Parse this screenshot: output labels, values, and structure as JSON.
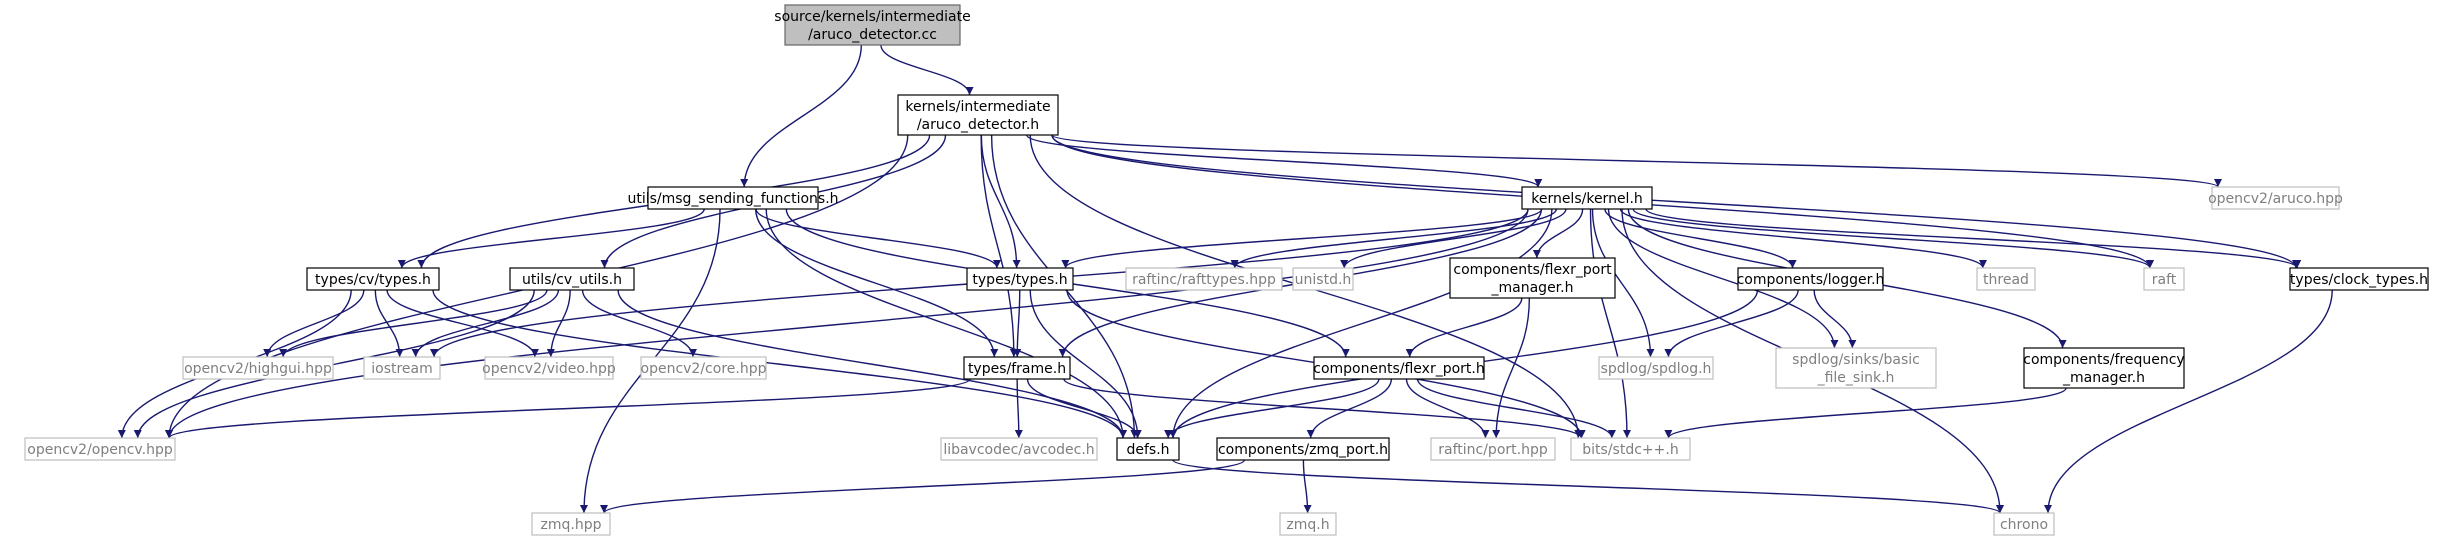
{
  "diagram": {
    "kind": "include dependency graph",
    "colors": {
      "edge": "#191970",
      "local_border": "#000000",
      "system_border": "#bfbfbf",
      "system_text": "#7f7f7f",
      "root_fill": "#bfbfbf",
      "root_border": "#666666"
    },
    "nodes": [
      {
        "id": "root",
        "kind": "root",
        "lines": [
          "source/kernels/intermediate",
          "/aruco_detector.cc"
        ]
      },
      {
        "id": "aruco_h",
        "kind": "local",
        "lines": [
          "kernels/intermediate",
          "/aruco_detector.h"
        ]
      },
      {
        "id": "msg",
        "kind": "local",
        "lines": [
          "utils/msg_sending_functions.h"
        ]
      },
      {
        "id": "kernel",
        "kind": "local",
        "lines": [
          "kernels/kernel.h"
        ]
      },
      {
        "id": "aruco_hpp",
        "kind": "system",
        "lines": [
          "opencv2/aruco.hpp"
        ]
      },
      {
        "id": "cvtypes",
        "kind": "local",
        "lines": [
          "types/cv/types.h"
        ]
      },
      {
        "id": "cvutils",
        "kind": "local",
        "lines": [
          "utils/cv_utils.h"
        ]
      },
      {
        "id": "types",
        "kind": "local",
        "lines": [
          "types/types.h"
        ]
      },
      {
        "id": "rafttypes",
        "kind": "system",
        "lines": [
          "raftinc/rafttypes.hpp"
        ]
      },
      {
        "id": "unistd",
        "kind": "system",
        "lines": [
          "unistd.h"
        ]
      },
      {
        "id": "flexrpm",
        "kind": "local",
        "lines": [
          "components/flexr_port",
          "_manager.h"
        ]
      },
      {
        "id": "logger",
        "kind": "local",
        "lines": [
          "components/logger.h"
        ]
      },
      {
        "id": "thread",
        "kind": "system",
        "lines": [
          "thread"
        ]
      },
      {
        "id": "raft",
        "kind": "system",
        "lines": [
          "raft"
        ]
      },
      {
        "id": "clock",
        "kind": "local",
        "lines": [
          "types/clock_types.h"
        ]
      },
      {
        "id": "highgui",
        "kind": "system",
        "lines": [
          "opencv2/highgui.hpp"
        ]
      },
      {
        "id": "iostream",
        "kind": "system",
        "lines": [
          "iostream"
        ]
      },
      {
        "id": "video",
        "kind": "system",
        "lines": [
          "opencv2/video.hpp"
        ]
      },
      {
        "id": "core",
        "kind": "system",
        "lines": [
          "opencv2/core.hpp"
        ]
      },
      {
        "id": "frame",
        "kind": "local",
        "lines": [
          "types/frame.h"
        ]
      },
      {
        "id": "flexrport",
        "kind": "local",
        "lines": [
          "components/flexr_port.h"
        ]
      },
      {
        "id": "spdlog",
        "kind": "system",
        "lines": [
          "spdlog/spdlog.h"
        ]
      },
      {
        "id": "basicsink",
        "kind": "system",
        "lines": [
          "spdlog/sinks/basic",
          "_file_sink.h"
        ]
      },
      {
        "id": "freqmgr",
        "kind": "local",
        "lines": [
          "components/frequency",
          "_manager.h"
        ]
      },
      {
        "id": "opencv",
        "kind": "system",
        "lines": [
          "opencv2/opencv.hpp"
        ]
      },
      {
        "id": "avcodec",
        "kind": "system",
        "lines": [
          "libavcodec/avcodec.h"
        ]
      },
      {
        "id": "defs",
        "kind": "local",
        "lines": [
          "defs.h"
        ]
      },
      {
        "id": "zmqport",
        "kind": "local",
        "lines": [
          "components/zmq_port.h"
        ]
      },
      {
        "id": "raftport",
        "kind": "system",
        "lines": [
          "raftinc/port.hpp"
        ]
      },
      {
        "id": "stdcpp",
        "kind": "system",
        "lines": [
          "bits/stdc++.h"
        ]
      },
      {
        "id": "zmqhpp",
        "kind": "system",
        "lines": [
          "zmq.hpp"
        ]
      },
      {
        "id": "zmqh",
        "kind": "system",
        "lines": [
          "zmq.h"
        ]
      },
      {
        "id": "chrono",
        "kind": "system",
        "lines": [
          "chrono"
        ]
      }
    ],
    "edges": [
      [
        "root",
        "aruco_h"
      ],
      [
        "root",
        "msg"
      ],
      [
        "aruco_h",
        "kernel"
      ],
      [
        "aruco_h",
        "aruco_hpp"
      ],
      [
        "aruco_h",
        "cvtypes"
      ],
      [
        "aruco_h",
        "cvutils"
      ],
      [
        "aruco_h",
        "types"
      ],
      [
        "aruco_h",
        "frame"
      ],
      [
        "aruco_h",
        "defs"
      ],
      [
        "aruco_h",
        "opencv"
      ],
      [
        "aruco_h",
        "raft"
      ],
      [
        "aruco_h",
        "clock"
      ],
      [
        "aruco_h",
        "stdcpp"
      ],
      [
        "msg",
        "cvtypes"
      ],
      [
        "msg",
        "types"
      ],
      [
        "msg",
        "frame"
      ],
      [
        "msg",
        "flexrport"
      ],
      [
        "msg",
        "defs"
      ],
      [
        "msg",
        "zmqhpp"
      ],
      [
        "kernel",
        "types"
      ],
      [
        "kernel",
        "rafttypes"
      ],
      [
        "kernel",
        "unistd"
      ],
      [
        "kernel",
        "flexrpm"
      ],
      [
        "kernel",
        "logger"
      ],
      [
        "kernel",
        "thread"
      ],
      [
        "kernel",
        "raft"
      ],
      [
        "kernel",
        "clock"
      ],
      [
        "kernel",
        "spdlog"
      ],
      [
        "kernel",
        "basicsink"
      ],
      [
        "kernel",
        "freqmgr"
      ],
      [
        "kernel",
        "opencv"
      ],
      [
        "kernel",
        "iostream"
      ],
      [
        "kernel",
        "frame"
      ],
      [
        "kernel",
        "defs"
      ],
      [
        "kernel",
        "stdcpp"
      ],
      [
        "kernel",
        "chrono"
      ],
      [
        "cvtypes",
        "highgui"
      ],
      [
        "cvtypes",
        "iostream"
      ],
      [
        "cvtypes",
        "video"
      ],
      [
        "cvtypes",
        "opencv"
      ],
      [
        "cvtypes",
        "defs"
      ],
      [
        "cvutils",
        "highgui"
      ],
      [
        "cvutils",
        "iostream"
      ],
      [
        "cvutils",
        "video"
      ],
      [
        "cvutils",
        "core"
      ],
      [
        "cvutils",
        "opencv"
      ],
      [
        "cvutils",
        "defs"
      ],
      [
        "types",
        "frame"
      ],
      [
        "types",
        "defs"
      ],
      [
        "types",
        "stdcpp"
      ],
      [
        "flexrpm",
        "flexrport"
      ],
      [
        "flexrpm",
        "raftport"
      ],
      [
        "logger",
        "spdlog"
      ],
      [
        "logger",
        "basicsink"
      ],
      [
        "logger",
        "defs"
      ],
      [
        "clock",
        "chrono"
      ],
      [
        "frame",
        "opencv"
      ],
      [
        "frame",
        "avcodec"
      ],
      [
        "frame",
        "defs"
      ],
      [
        "frame",
        "stdcpp"
      ],
      [
        "flexrport",
        "defs"
      ],
      [
        "flexrport",
        "zmqport"
      ],
      [
        "flexrport",
        "raftport"
      ],
      [
        "flexrport",
        "stdcpp"
      ],
      [
        "freqmgr",
        "stdcpp"
      ],
      [
        "zmqport",
        "zmqhpp"
      ],
      [
        "zmqport",
        "zmqh"
      ],
      [
        "defs",
        "chrono"
      ]
    ]
  }
}
